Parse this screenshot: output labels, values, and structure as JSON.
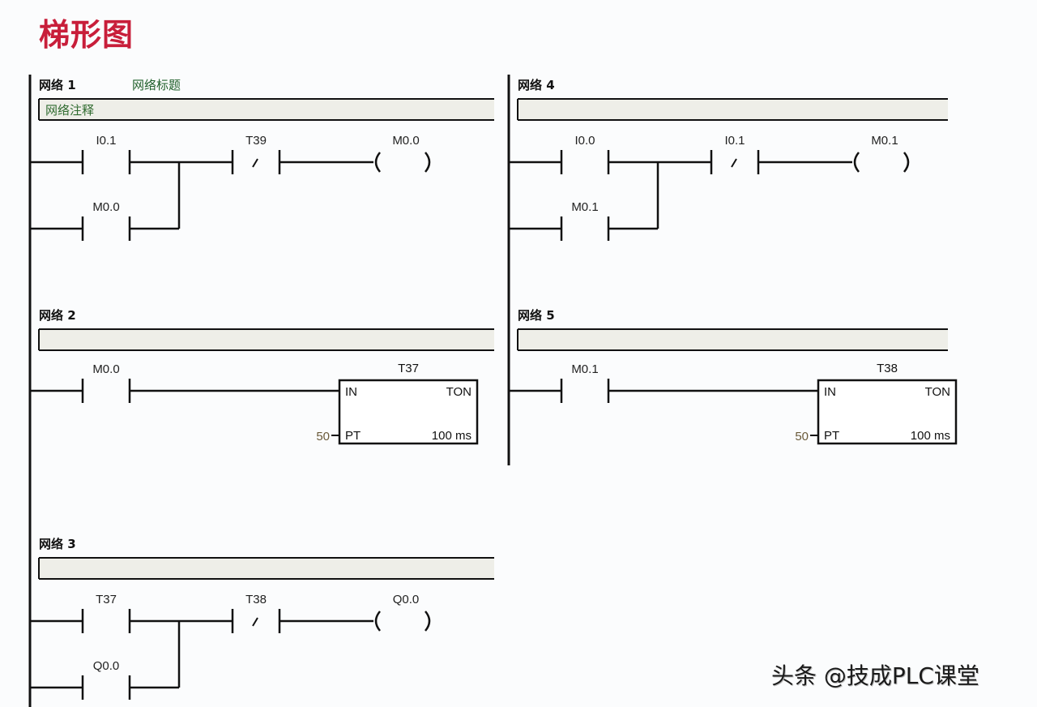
{
  "page_title": "梯形图",
  "watermark": "头条 @技成PLC课堂",
  "colors": {
    "title": "#c81e3a",
    "comment_bar": "#eeeee8",
    "line": "#111111",
    "net_title": "#1f5f2a"
  },
  "networks": [
    {
      "id": 1,
      "label": "网络 1",
      "title": "网络标题",
      "comment": "网络注释",
      "type": "latch",
      "contact_main": {
        "address": "I0.1",
        "kind": "NO"
      },
      "contact_hold": {
        "address": "M0.0",
        "kind": "NO"
      },
      "contact_series": {
        "address": "T39",
        "kind": "NC"
      },
      "coil": {
        "address": "M0.0"
      }
    },
    {
      "id": 2,
      "label": "网络 2",
      "title": "",
      "comment": "",
      "type": "timer",
      "contact": {
        "address": "M0.0",
        "kind": "NO"
      },
      "timer": {
        "name": "T37",
        "type": "TON",
        "in": "IN",
        "pt_label": "PT",
        "pt_value": "50",
        "resolution": "100 ms"
      }
    },
    {
      "id": 3,
      "label": "网络 3",
      "title": "",
      "comment": "",
      "type": "latch",
      "contact_main": {
        "address": "T37",
        "kind": "NO"
      },
      "contact_hold": {
        "address": "Q0.0",
        "kind": "NO"
      },
      "contact_series": {
        "address": "T38",
        "kind": "NC"
      },
      "coil": {
        "address": "Q0.0"
      }
    },
    {
      "id": 4,
      "label": "网络 4",
      "title": "",
      "comment": "",
      "type": "latch",
      "contact_main": {
        "address": "I0.0",
        "kind": "NO"
      },
      "contact_hold": {
        "address": "M0.1",
        "kind": "NO"
      },
      "contact_series": {
        "address": "I0.1",
        "kind": "NC"
      },
      "coil": {
        "address": "M0.1"
      }
    },
    {
      "id": 5,
      "label": "网络 5",
      "title": "",
      "comment": "",
      "type": "timer",
      "contact": {
        "address": "M0.1",
        "kind": "NO"
      },
      "timer": {
        "name": "T38",
        "type": "TON",
        "in": "IN",
        "pt_label": "PT",
        "pt_value": "50",
        "resolution": "100 ms"
      }
    }
  ]
}
